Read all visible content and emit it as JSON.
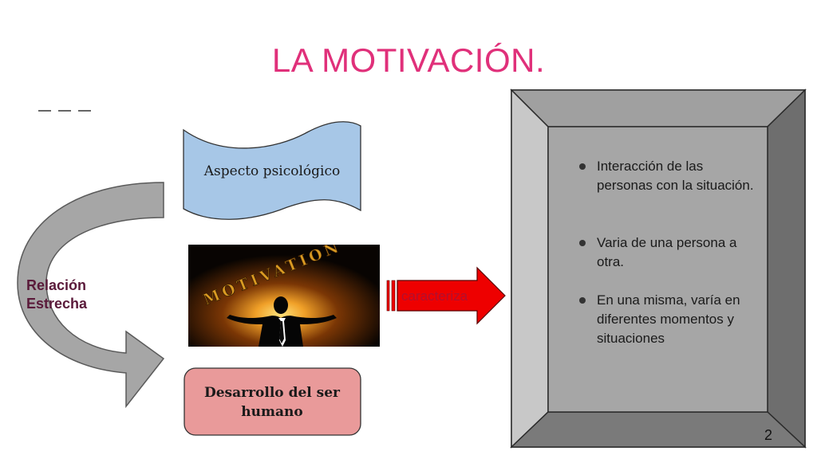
{
  "slide": {
    "title": "LA MOTIVACIÓN.",
    "page_number": "2"
  },
  "diagram": {
    "top_box": {
      "label": "Aspecto psicológico",
      "fill": "#a7c7e7"
    },
    "bottom_box": {
      "label": "Desarrollo del ser humano",
      "fill": "#e99a9a"
    },
    "curved_arrow": {
      "label_line1": "Relación",
      "label_line2": "Estrecha"
    },
    "image": {
      "word": "MOTIVATION"
    },
    "right_arrow": {
      "label": "caracteriza",
      "fill": "#ee0000"
    },
    "bevel_box": {
      "bullets": [
        "Interacción de las personas con la situación.",
        "Varia de una persona a otra.",
        "En una misma, varía en diferentes momentos y situaciones"
      ]
    }
  },
  "colors": {
    "title": "#e0307a",
    "relation_text": "#5a1a3a",
    "arrow_gray": "#a6a6a6"
  }
}
